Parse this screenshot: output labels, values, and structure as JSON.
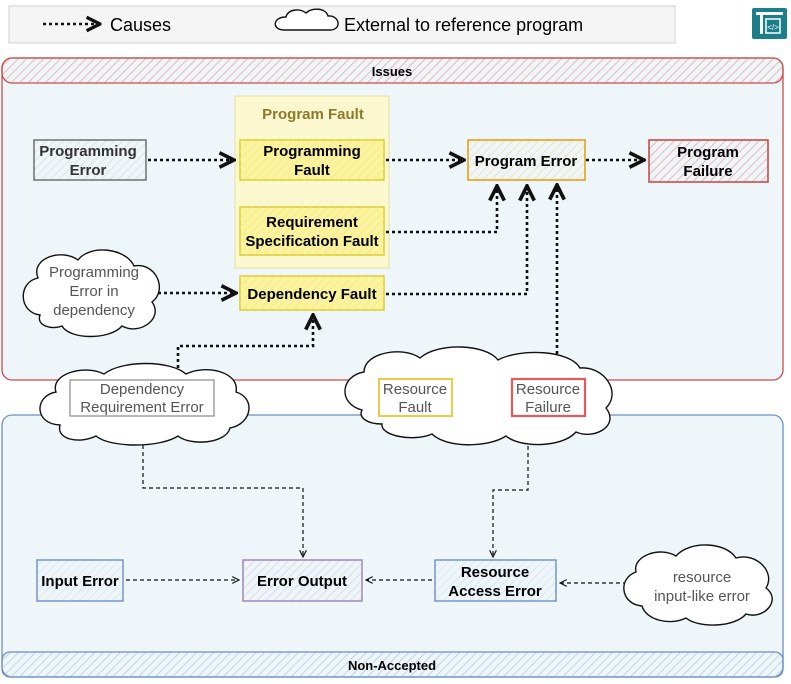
{
  "legend": {
    "causes_label": "Causes",
    "external_label": "External to reference program"
  },
  "logo": {
    "name": "crane-code-logo-icon"
  },
  "groups": {
    "issues_title": "Issues",
    "non_accepted_title": "Non-Accepted",
    "program_fault_title": "Program Fault"
  },
  "nodes": {
    "programming_error": [
      "Programming",
      "Error"
    ],
    "programming_fault": [
      "Programming",
      "Fault"
    ],
    "program_error": [
      "Program Error"
    ],
    "program_failure": [
      "Program",
      "Failure"
    ],
    "requirement_spec_fault": [
      "Requirement",
      "Specification Fault"
    ],
    "programming_error_dependency": [
      "Programming",
      "Error in",
      "dependency"
    ],
    "dependency_fault": [
      "Dependency Fault"
    ],
    "dependency_requirement_error": [
      "Dependency",
      "Requirement Error"
    ],
    "resource_fault": [
      "Resource",
      "Fault"
    ],
    "resource_failure": [
      "Resource",
      "Failure"
    ],
    "input_error": [
      "Input Error"
    ],
    "error_output": [
      "Error Output"
    ],
    "resource_access_error": [
      "Resource",
      "Access Error"
    ],
    "resource_input_like_error": [
      "resource",
      "input-like error"
    ]
  },
  "colors": {
    "issues_border": "#c94c4c",
    "issues_fill": "#eef6f9",
    "non_accepted_border": "#6b8fc7",
    "program_fault_fill": "#fbf8d0",
    "yellow_node": "#d9c826",
    "orange_node": "#e3a21a",
    "red_node": "#c94c4c",
    "blue_node": "#6b8fc7",
    "purple_node": "#9c7fb8",
    "gray_node": "#666666"
  }
}
